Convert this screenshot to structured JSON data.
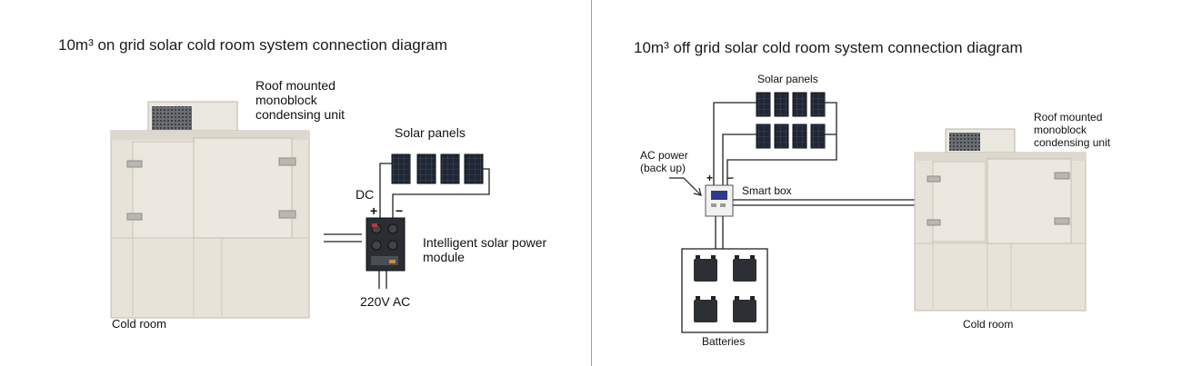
{
  "left": {
    "title": "10m³ on grid solar cold room system connection diagram",
    "roof_unit_label": "Roof mounted\nmonoblock\ncondensing unit",
    "solar_label": "Solar panels",
    "dc_label": "DC",
    "plus": "+",
    "minus": "−",
    "module_label": "Intelligent solar power\nmodule",
    "ac_label": "220V AC",
    "cold_room_label": "Cold room"
  },
  "right": {
    "title": "10m³ off grid solar cold room system connection diagram",
    "solar_label": "Solar panels",
    "ac_power_label": "AC power\n(back up)",
    "plus": "+",
    "minus": "−",
    "smart_box_label": "Smart box",
    "roof_unit_label": "Roof mounted\nmonoblock\ncondensing unit",
    "batteries_label": "Batteries",
    "cold_room_label": "Cold room"
  },
  "colors": {
    "room_panel": "#e7e3d9",
    "panel_dark": "#1d2430",
    "divider": "#9a9a9a"
  }
}
